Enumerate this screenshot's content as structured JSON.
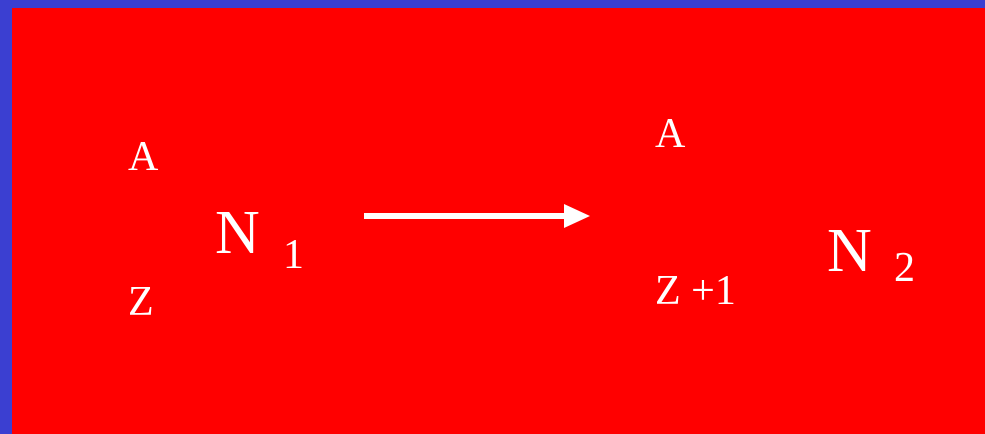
{
  "reactant": {
    "mass_number": "A",
    "atomic_number": "Z",
    "symbol": "N",
    "index": "1"
  },
  "product": {
    "mass_number": "A",
    "atomic_number": "Z +1",
    "symbol": "N",
    "index": "2"
  },
  "colors": {
    "background": "#ff0000",
    "border": "#3b3fd1",
    "text": "#ffffff"
  },
  "icons": {
    "arrow": "right-arrow-icon"
  }
}
